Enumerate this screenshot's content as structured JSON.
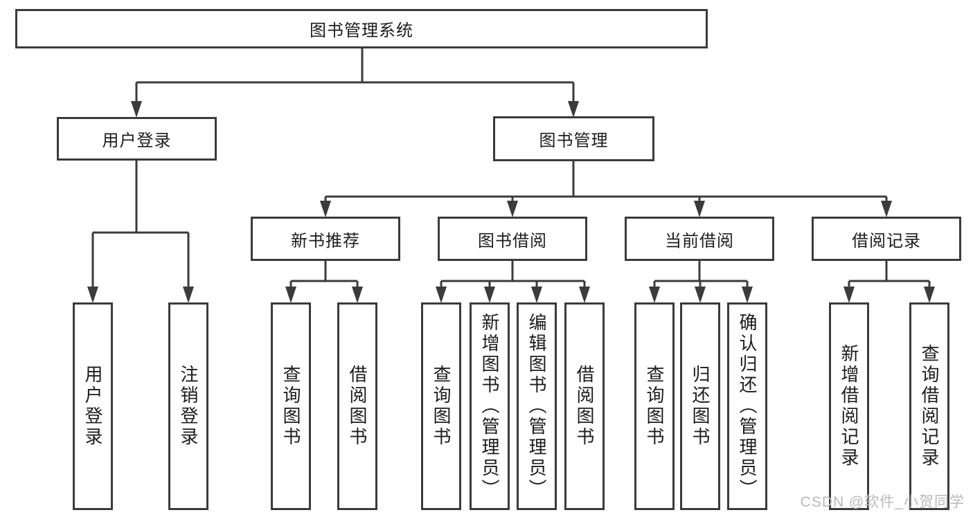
{
  "diagram": {
    "title": "图书管理系统",
    "level2": {
      "user_login": "用户登录",
      "book_mgmt": "图书管理"
    },
    "level3": {
      "new_books": "新书推荐",
      "book_borrow": "图书借阅",
      "current_borrow": "当前借阅",
      "borrow_records": "借阅记录"
    },
    "leaves": {
      "user_login": [
        "用户登录",
        "注销登录"
      ],
      "new_books": [
        "查询图书",
        "借阅图书"
      ],
      "book_borrow": [
        "查询图书",
        "新增图书（管理员）",
        "编辑图书（管理员）",
        "借阅图书"
      ],
      "current_borrow": [
        "查询图书",
        "归还图书",
        "确认归还（管理员）"
      ],
      "borrow_records": [
        "新增借阅记录",
        "查询借阅记录"
      ]
    }
  },
  "watermark": "CSDN @软件_小贺同学",
  "colors": {
    "line": "#3b3b3b",
    "text": "#1c1c1c",
    "background": "#ffffff",
    "watermark": "#b9b9b9"
  }
}
